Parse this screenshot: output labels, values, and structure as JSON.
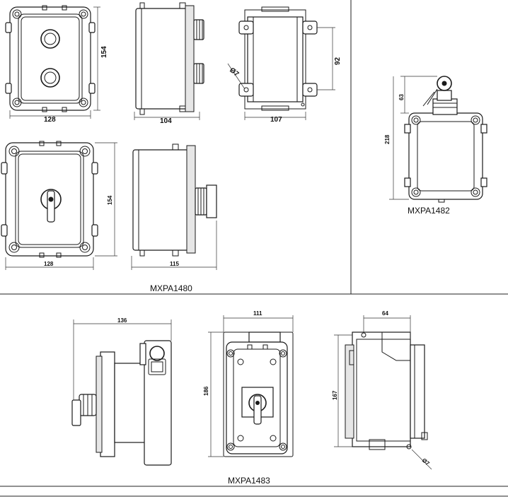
{
  "models": {
    "m1480": "MXPA1480",
    "m1482": "MXPA1482",
    "m1483": "MXPA1483"
  },
  "dimensions": {
    "v1_width": "128",
    "v1_height": "154",
    "v2_depth": "104",
    "v3_width": "107",
    "v3_height": "92",
    "v3_hole": "Ø7",
    "v4_width": "128",
    "v4_height": "154",
    "v5_depth": "115",
    "r_top": "63",
    "r_height": "218",
    "b1_width": "136",
    "b2_width": "111",
    "b2_height": "186",
    "b3_width": "64",
    "b3_height": "167",
    "b3_hole": "Ø7"
  }
}
